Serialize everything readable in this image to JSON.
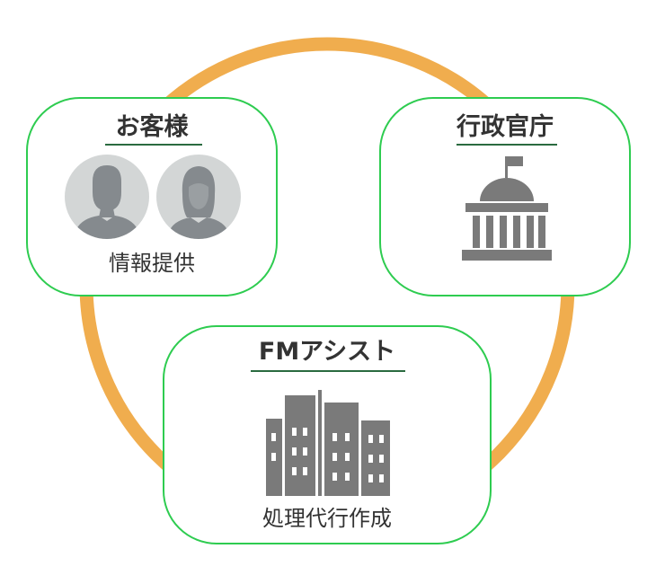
{
  "diagram": {
    "ring_color": "#f0ad4e",
    "node_border_color": "#2ecc50",
    "underline_color": "#2a6b40",
    "icon_color": "#7a7a7a",
    "avatar_bg": "#d3d6d6",
    "avatar_fg": "#858a8e"
  },
  "nodes": {
    "customer": {
      "title": "お客様",
      "caption": "情報提供",
      "icons": [
        "male-avatar-icon",
        "female-avatar-icon"
      ]
    },
    "government": {
      "title": "行政官庁",
      "icons": [
        "government-building-icon"
      ]
    },
    "fmassist": {
      "title": "FMアシスト",
      "caption": "処理代行作成",
      "icons": [
        "office-building-icon"
      ]
    }
  }
}
